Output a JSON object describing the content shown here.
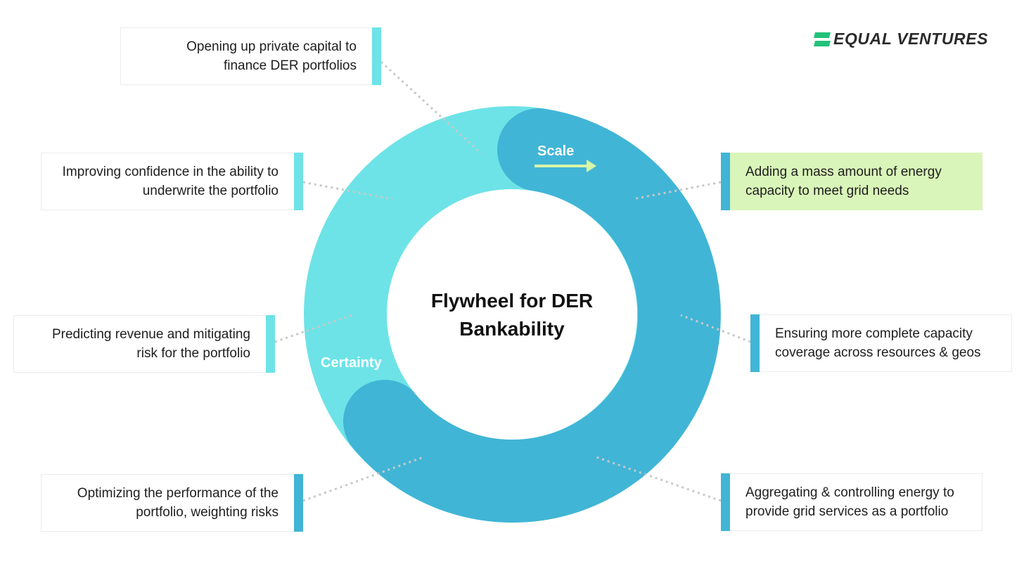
{
  "title": "Flywheel for DER Bankability",
  "labels": {
    "scale": "Scale",
    "certainty": "Certainty"
  },
  "logo": {
    "text": "EQUAL VENTURES",
    "icon": "equal-sign-icon",
    "color": "#22c27a"
  },
  "colors": {
    "light_ring": "#6de3e7",
    "dark_ring": "#41b5d6",
    "arrow": "#d8f5a8",
    "highlight": "#d9f5b9",
    "connector": "#c8c8c8"
  },
  "cards": {
    "private_capital": "Opening up private capital to finance DER portfolios",
    "underwrite": "Improving confidence in the ability to underwrite the portfolio",
    "predict_revenue": "Predicting revenue and mitigating risk for the portfolio",
    "optimize": "Optimizing the performance of the portfolio, weighting risks",
    "energy_capacity": "Adding a mass amount of energy capacity to meet grid needs",
    "coverage": "Ensuring more complete capacity coverage across resources & geos",
    "aggregate": "Aggregating & controlling energy to provide grid services as a portfolio"
  }
}
